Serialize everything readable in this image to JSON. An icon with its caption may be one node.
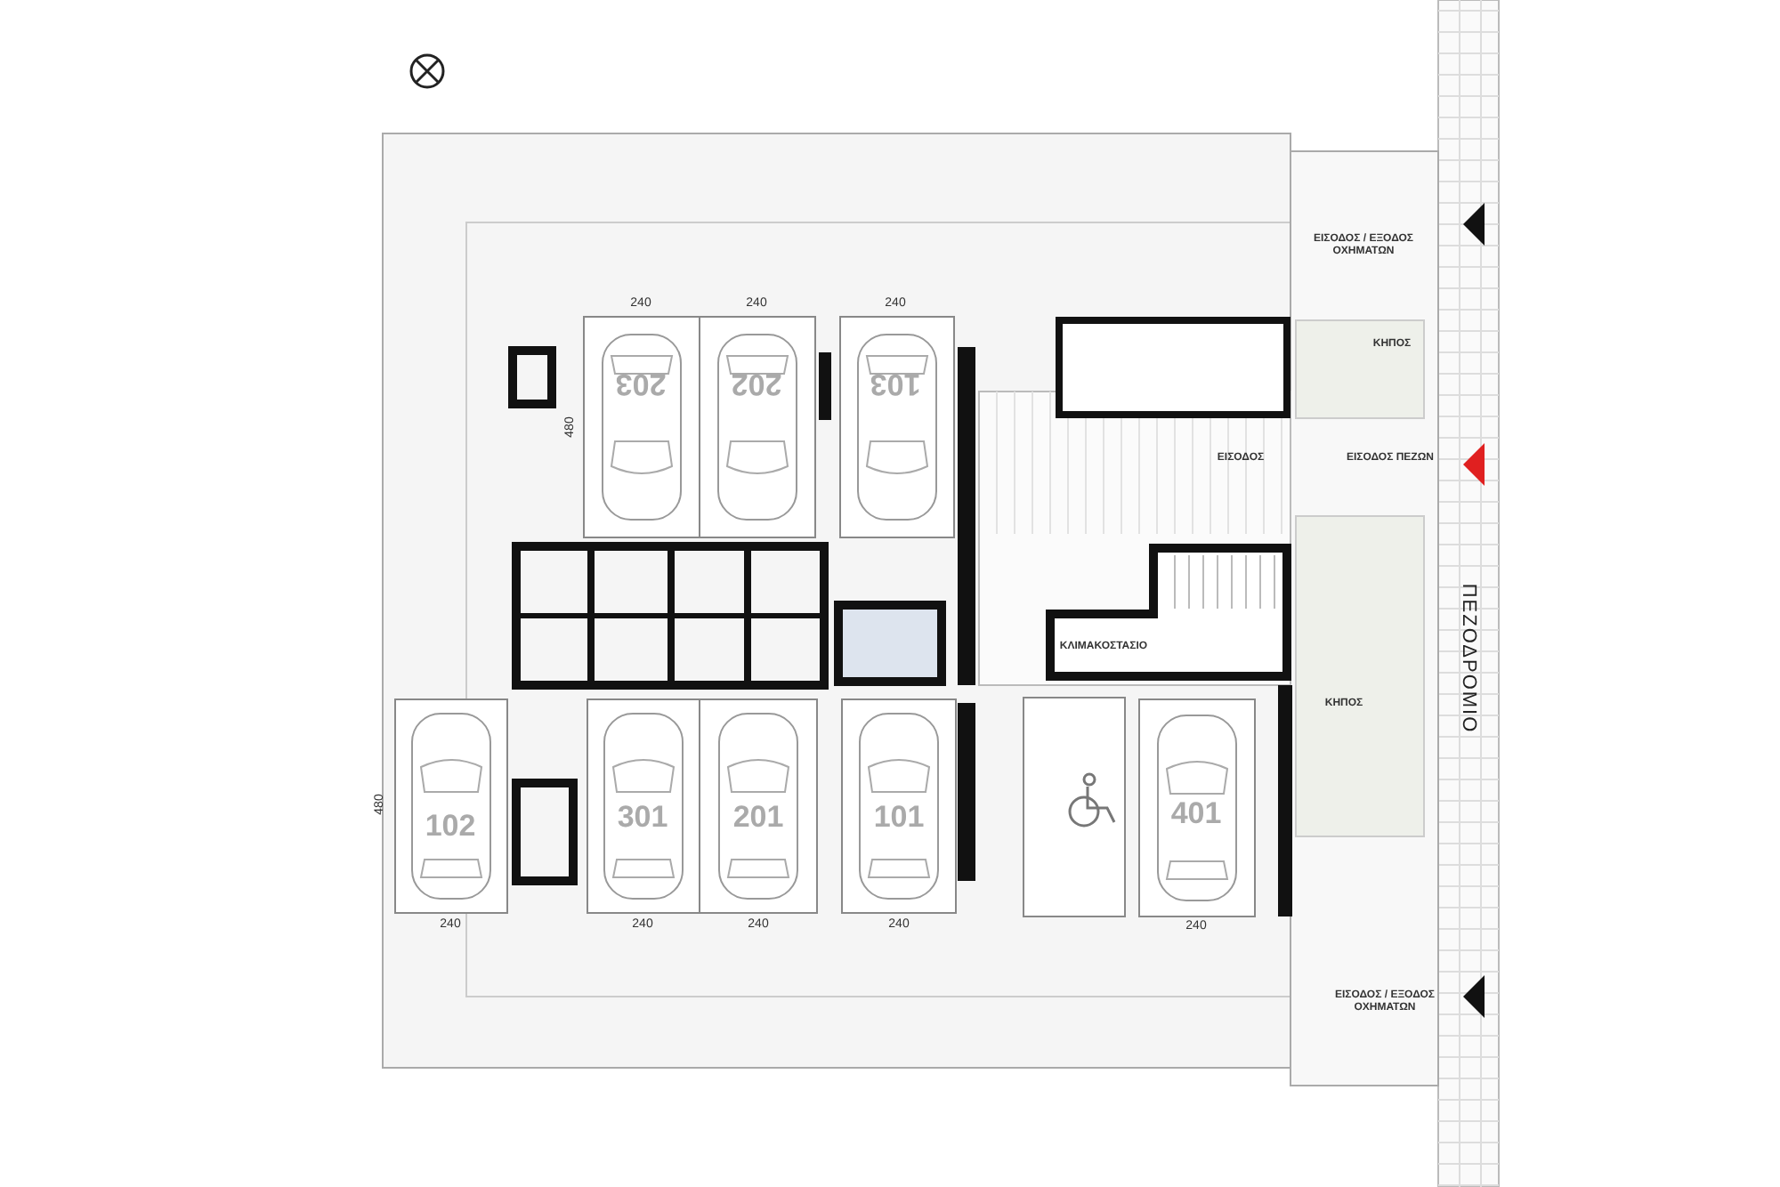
{
  "diagram": {
    "labels": [
      "240",
      "240",
      "240",
      "ΕΙΣΟΔΟΣ / ΕΞΟΔΟΣ ΟΧΗΜΑΤΩΝ",
      "480",
      "203",
      "202",
      "103",
      "ΚΗΠΟΣ",
      "ΕΙΣΟΔΟΣ",
      "ΕΙΣΟΔΟΣ ΠΕΖΩΝ",
      "ΚΛΙΜΑΚΟΣΤΑΣΙΟ",
      "ΠΕΖΟΔΡΟΜΙΟ",
      "ΚΗΠΟΣ",
      "480",
      "102",
      "301",
      "201",
      "101",
      "401",
      "240",
      "240",
      "240",
      "240",
      "240",
      "ΕΙΣΟΔΟΣ / ΕΞΟΔΟΣ ΟΧΗΜΑΤΩΝ"
    ]
  }
}
